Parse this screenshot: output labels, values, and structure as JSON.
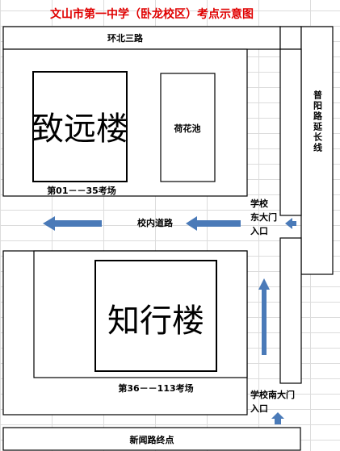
{
  "title": "文山市第一中学（卧龙校区）考点示意图",
  "roads": {
    "north": "环北三路",
    "east": "普阳路延长线",
    "south": "新闻路终点",
    "inner": "校内道路"
  },
  "buildings": {
    "zhiyuan": {
      "name": "致远楼",
      "rooms": "第01－－35考场"
    },
    "pond": "荷花池",
    "zhixing": {
      "name": "知行楼",
      "rooms": "第36－－113考场"
    }
  },
  "gates": {
    "east_line1": "学校",
    "east_line2": "东大门",
    "east_line3": "入口",
    "south_line1": "学校南大门",
    "south_line2": "入口"
  },
  "colors": {
    "arrow": "#4a7ab8",
    "title": "#e00000"
  }
}
